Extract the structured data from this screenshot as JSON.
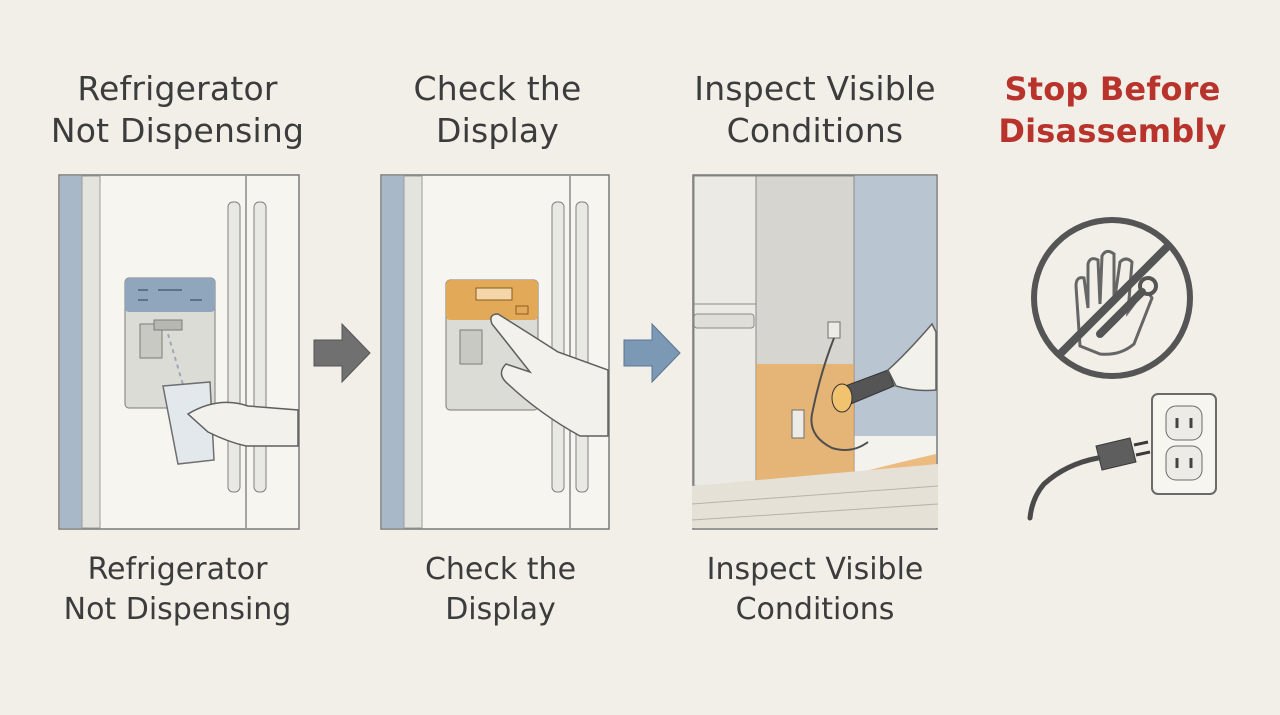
{
  "steps": [
    {
      "title_line1": "Refrigerator",
      "title_line2": "Not Dispensing",
      "caption_line1": "Refrigerator",
      "caption_line2": "Not Dispensing"
    },
    {
      "title_line1": "Check the",
      "title_line2": "Display",
      "caption_line1": "Check the",
      "caption_line2": "Display"
    },
    {
      "title_line1": "Inspect Visible",
      "title_line2": "Conditions",
      "caption_line1": "Inspect Visible",
      "caption_line2": "Conditions"
    }
  ],
  "warning": {
    "title_line1": "Stop Before",
    "title_line2": "Disassembly"
  },
  "colors": {
    "background": "#f1efe8",
    "text": "#3c3c3c",
    "warning_text": "#b8332b",
    "accent_blue": "#8ea7bf",
    "accent_orange": "#e3a75a",
    "arrow_gray": "#6f6f6f",
    "arrow_blue": "#7b98b5"
  },
  "icons": {
    "arrow_1": "arrow-right-gray-icon",
    "arrow_2": "arrow-right-blue-icon",
    "no_tools": "no-hand-wrench-screwdriver-icon",
    "unplug": "unplugged-power-cord-icon"
  }
}
